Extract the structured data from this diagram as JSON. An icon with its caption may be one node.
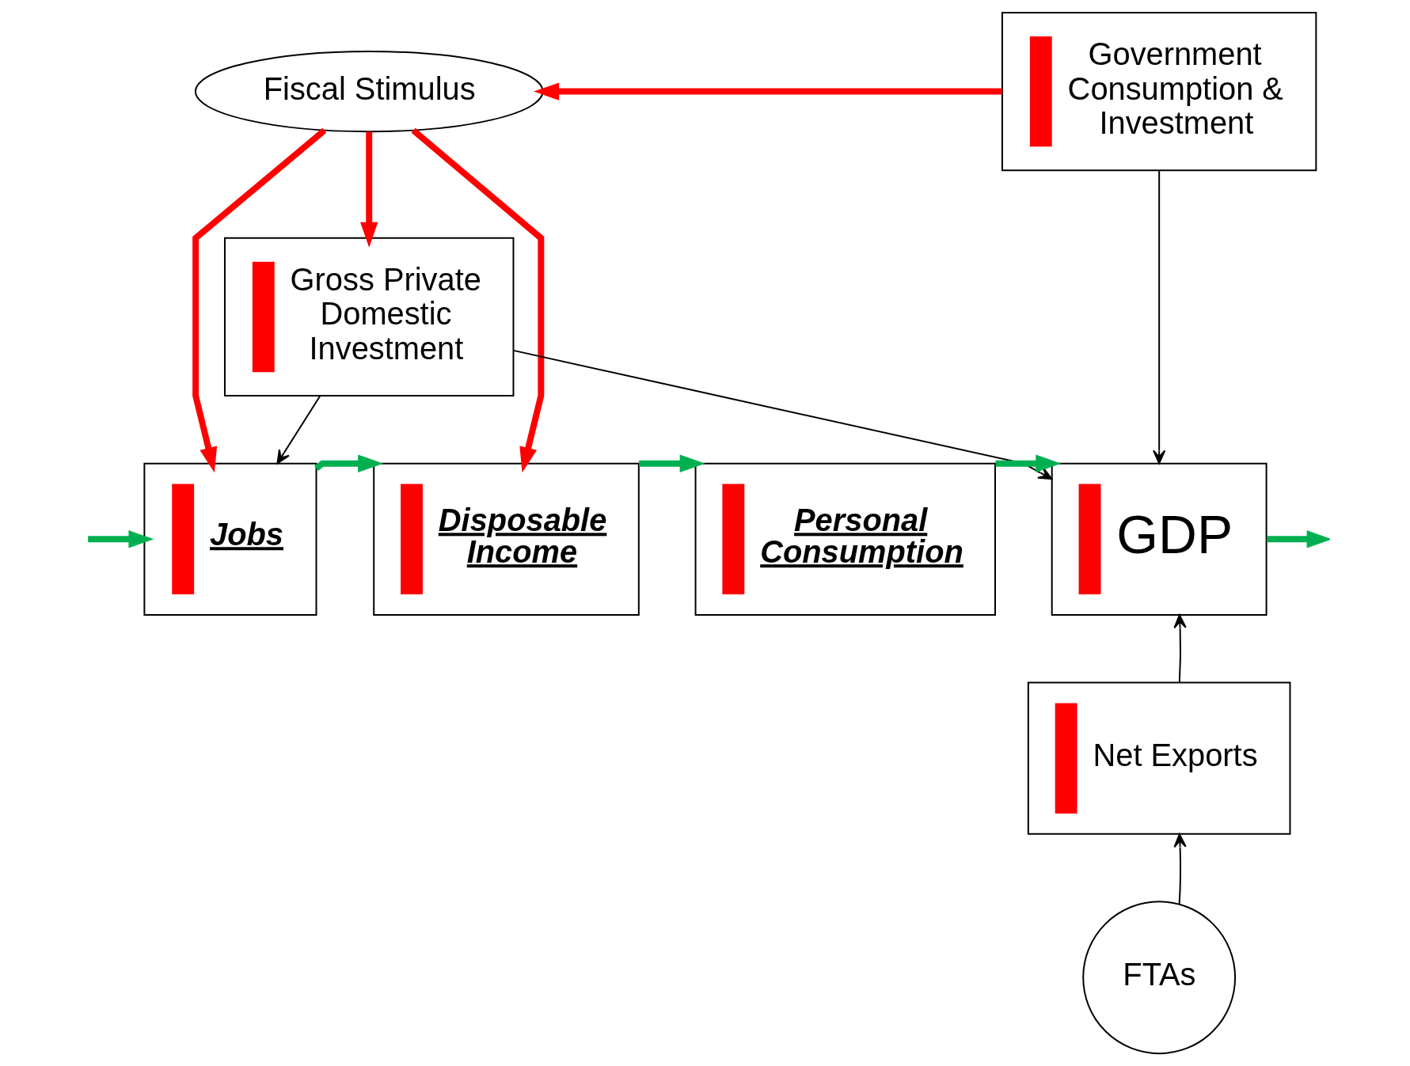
{
  "diagram": {
    "nodes": [
      {
        "text": [
          "Fiscal Stimulus"
        ]
      },
      {
        "text": [
          "Government Consumption & Investment"
        ]
      },
      {
        "text": [
          "Gross Private Domestic Investment"
        ]
      },
      {
        "text": [
          "Jobs"
        ]
      },
      {
        "text": [
          "Disposable Income"
        ]
      },
      {
        "text": [
          "Personal Consumption"
        ]
      },
      {
        "text": [
          "GDP"
        ]
      },
      {
        "text": [
          "Net Exports"
        ]
      },
      {
        "text": [
          "FTAs"
        ]
      }
    ],
    "edges": [
      {
        "from": 1,
        "to": 0,
        "arrow": "to",
        "color": "#ff0000"
      },
      {
        "from": 0,
        "to": 3,
        "arrow": "to",
        "color": "#ff0000"
      },
      {
        "from": 0,
        "to": 4,
        "arrow": "to",
        "color": "#ff0000"
      },
      {
        "from": 0,
        "to": 2,
        "arrow": "to",
        "color": "#ff0000"
      },
      {
        "from": 2,
        "to": 3,
        "arrow": "to"
      },
      {
        "from": 1,
        "to": 6,
        "arrow": "to"
      },
      {
        "from": 2,
        "to": 6,
        "arrow": "to"
      },
      {
        "from": null,
        "to": 3,
        "arrow": "to",
        "color": "#00b050"
      },
      {
        "from": 3,
        "to": 4,
        "arrow": "to",
        "color": "#00b050"
      },
      {
        "from": 4,
        "to": 5,
        "arrow": "to",
        "color": "#00b050"
      },
      {
        "from": 5,
        "to": 6,
        "arrow": "to",
        "color": "#00b050"
      },
      {
        "from": 6,
        "to": null,
        "arrow": "to",
        "color": "#00b050"
      },
      {
        "from": 7,
        "to": 6,
        "arrow": "to"
      },
      {
        "from": 8,
        "to": 7,
        "arrow": "to"
      }
    ]
  }
}
